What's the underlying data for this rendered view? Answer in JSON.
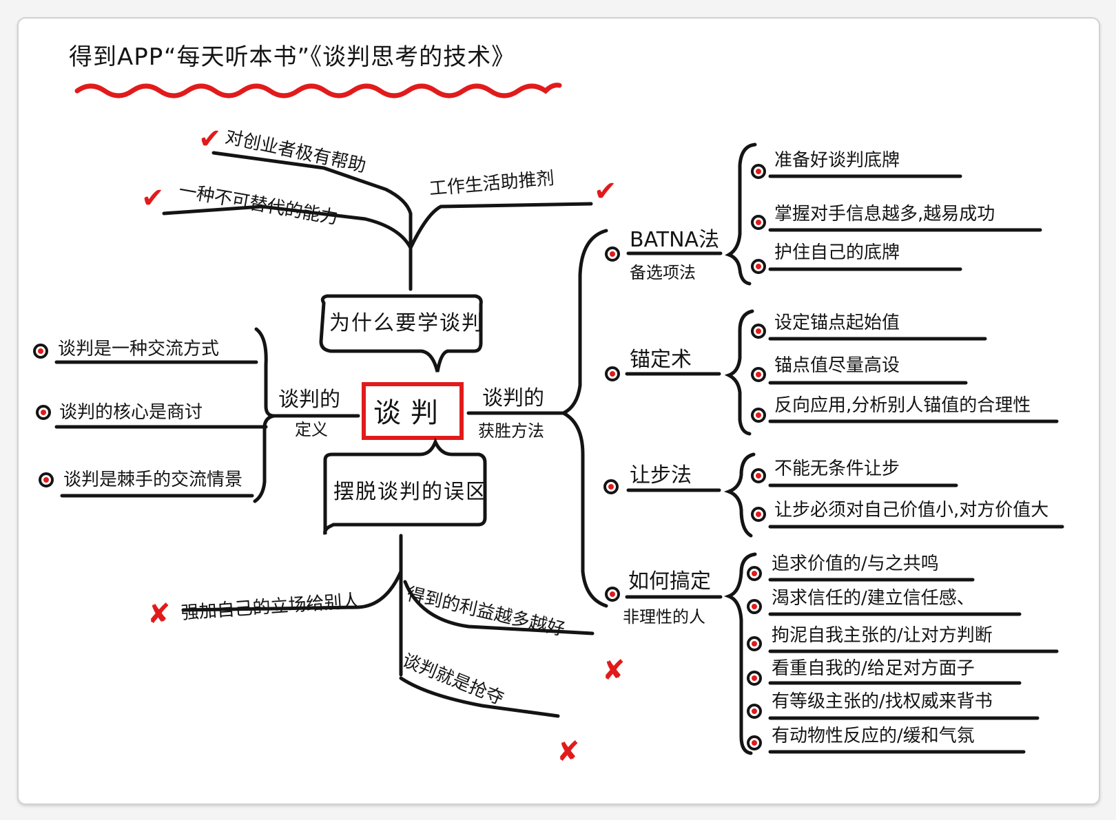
{
  "title": "得到APP“每天听本书”《谈判思考的技术》",
  "colors": {
    "accent_red": "#e11b1b",
    "ink": "#141414",
    "paper": "#ffffff"
  },
  "center": {
    "label": "谈判"
  },
  "why_learn": {
    "label": "为什么要学谈判",
    "items": [
      {
        "text": "对创业者极有帮助",
        "mark": "check-icon"
      },
      {
        "text": "一种不可替代的能力",
        "mark": "check-icon"
      },
      {
        "text": "工作生活助推剂",
        "mark": "check-icon"
      }
    ]
  },
  "definition": {
    "label_line1": "谈判的",
    "label_line2": "定义",
    "items": [
      {
        "text": "谈判是一种交流方式"
      },
      {
        "text": "谈判的核心是商讨"
      },
      {
        "text": "谈判是棘手的交流情景"
      }
    ]
  },
  "winning_methods": {
    "label_line1": "谈判的",
    "label_line2": "获胜方法",
    "methods": [
      {
        "label_line1": "BATNA法",
        "label_line2": "备选项法",
        "items": [
          {
            "text": "准备好谈判底牌"
          },
          {
            "text": "掌握对手信息越多,越易成功"
          },
          {
            "text": "护住自己的底牌"
          }
        ]
      },
      {
        "label_line1": "锚定术",
        "label_line2": "",
        "items": [
          {
            "text": "设定锚点起始值"
          },
          {
            "text": "锚点值尽量高设"
          },
          {
            "text": "反向应用,分析别人锚值的合理性"
          }
        ]
      },
      {
        "label_line1": "让步法",
        "label_line2": "",
        "items": [
          {
            "text": "不能无条件让步"
          },
          {
            "text": "让步必须对自己价值小,对方价值大"
          }
        ]
      },
      {
        "label_line1": "如何搞定",
        "label_line2": "非理性的人",
        "items": [
          {
            "text": "追求价值的/与之共鸣"
          },
          {
            "text": "渴求信任的/建立信任感、"
          },
          {
            "text": "拘泥自我主张的/让对方判断"
          },
          {
            "text": "看重自我的/给足对方面子"
          },
          {
            "text": "有等级主张的/找权威来背书"
          },
          {
            "text": "有动物性反应的/缓和气氛"
          }
        ]
      }
    ]
  },
  "pitfalls": {
    "label": "摆脱谈判的误区",
    "items": [
      {
        "text": "强加自己的立场给别人",
        "mark": "cross-icon"
      },
      {
        "text": "得到的利益越多越好",
        "mark": "cross-icon"
      },
      {
        "text": "谈判就是抢夺",
        "mark": "cross-icon"
      }
    ]
  },
  "marks": {
    "check": "✔",
    "cross": "✘"
  }
}
